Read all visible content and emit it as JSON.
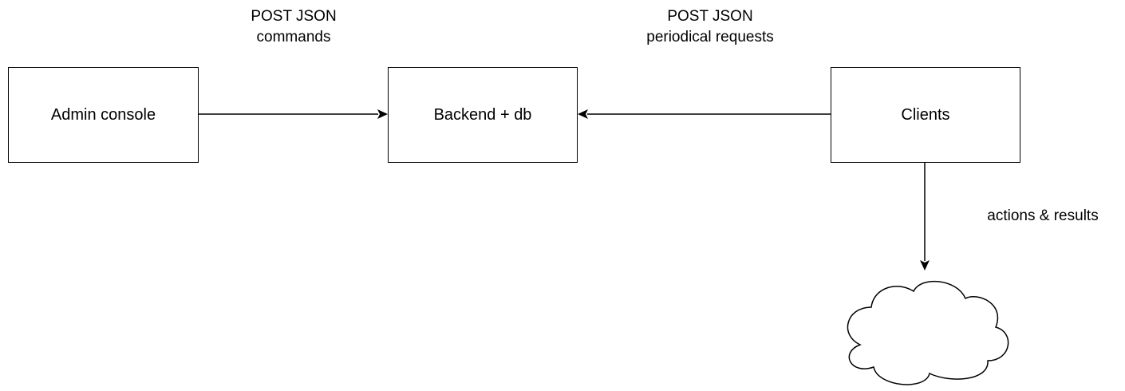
{
  "nodes": {
    "admin": {
      "label": "Admin console"
    },
    "backend": {
      "label": "Backend + db"
    },
    "clients": {
      "label": "Clients"
    }
  },
  "edges": {
    "admin_to_backend": {
      "line1": "POST JSON",
      "line2": "commands"
    },
    "clients_to_backend": {
      "line1": "POST JSON",
      "line2": "periodical requests"
    },
    "clients_to_cloud": {
      "label": "actions & results"
    }
  },
  "colors": {
    "stroke": "#000000",
    "background": "#ffffff"
  },
  "icons": {
    "cloud": "cloud-icon"
  }
}
